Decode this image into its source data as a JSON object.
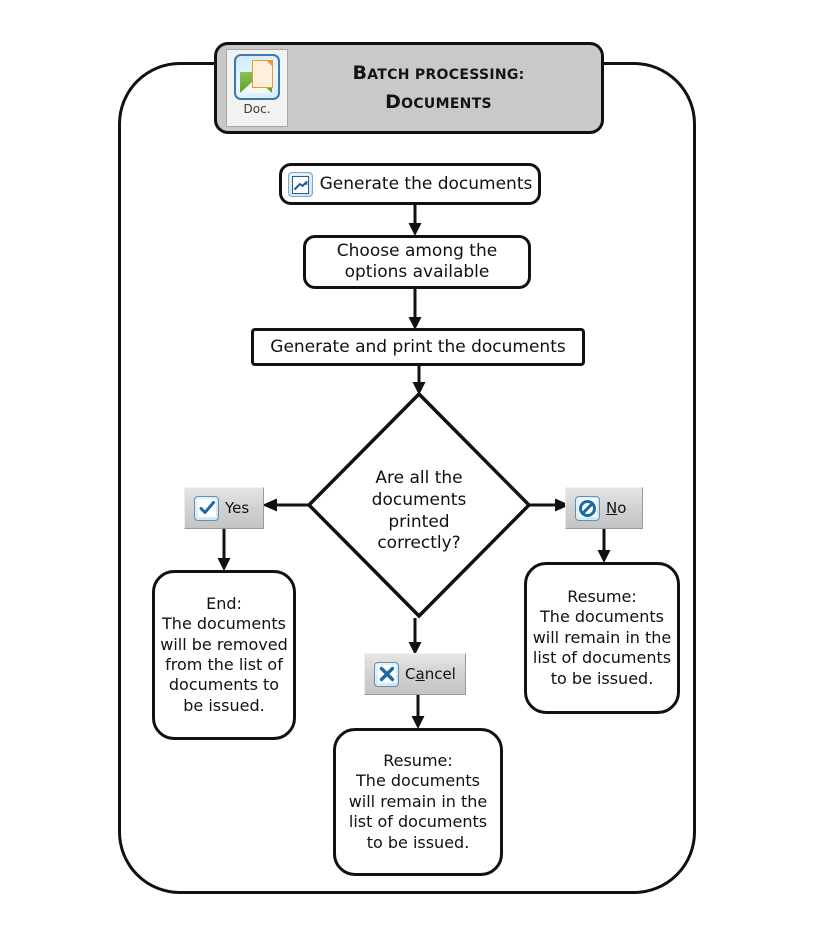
{
  "header": {
    "icon_name": "documents-icon",
    "icon_label": "Doc.",
    "title_line1": "Batch processing:",
    "title_line2": "Documents"
  },
  "nodes": {
    "generate": {
      "label": "Generate the documents",
      "icon_name": "generate-document-icon"
    },
    "choose": {
      "line1": "Choose among the",
      "line2": "options available"
    },
    "print": {
      "label": "Generate and print the documents"
    },
    "decision": {
      "line1": "Are all the",
      "line2": "documents printed",
      "line3": "correctly?"
    }
  },
  "buttons": {
    "yes": {
      "label": "Yes",
      "icon_name": "checkmark-icon"
    },
    "no": {
      "label_underlined": "N",
      "label_rest": "o",
      "icon_name": "prohibition-icon"
    },
    "cancel": {
      "label_pre": "C",
      "label_underlined": "a",
      "label_rest": "ncel",
      "icon_name": "close-x-icon"
    }
  },
  "terminals": {
    "end_left": {
      "line1": "End:",
      "line2": "The documents",
      "line3": "will be removed",
      "line4": "from the list of",
      "line5": "documents to",
      "line6": "be issued."
    },
    "resume_right": {
      "line1": "Resume:",
      "line2": "The documents",
      "line3": "will remain in the",
      "line4": "list of documents",
      "line5": "to be issued."
    },
    "resume_bottom": {
      "line1": "Resume:",
      "line2": "The documents",
      "line3": "will remain in the",
      "line4": "list of documents",
      "line5": "to be issued."
    }
  },
  "colors": {
    "stroke": "#111111",
    "header_fill": "#c9c9c9",
    "button_fill": "#d2d2d2",
    "icon_blue": "#1c5f96",
    "page_white": "#ffffff"
  }
}
